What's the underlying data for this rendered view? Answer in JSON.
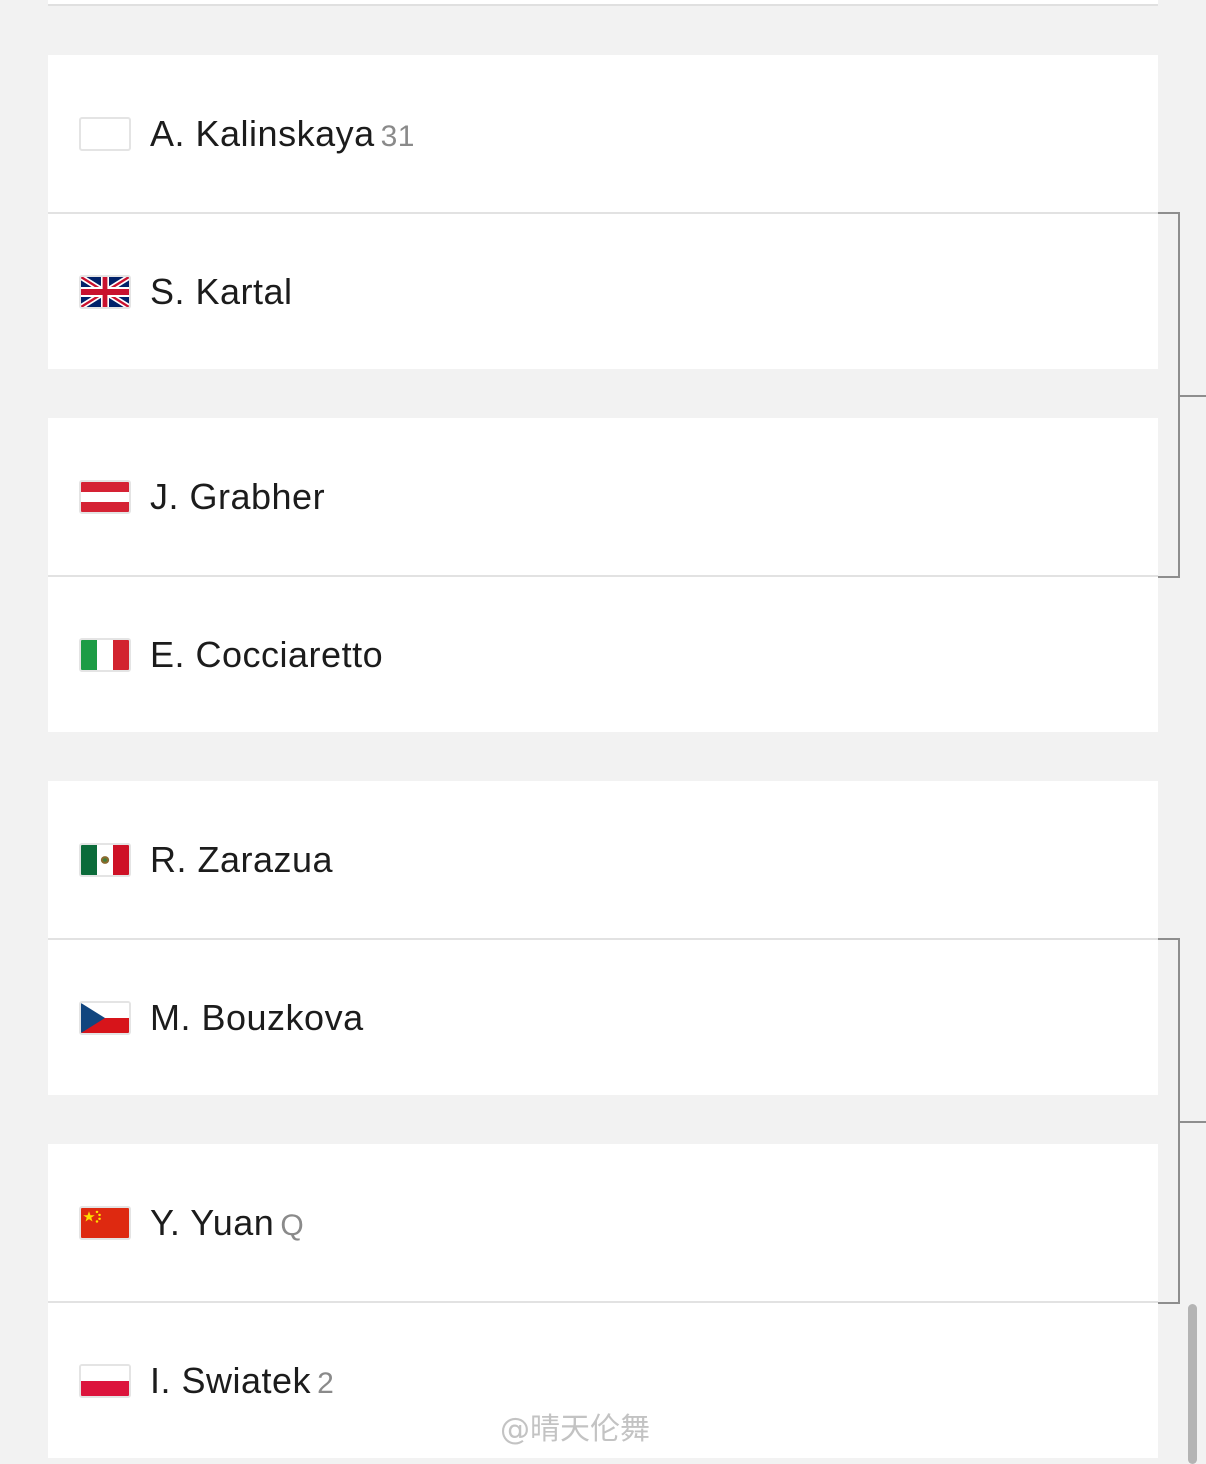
{
  "draw": {
    "matches": [
      {
        "players": [
          {
            "name": "A. Kalinskaya",
            "seed": "31",
            "flag_icon": "blank-flag-icon"
          },
          {
            "name": "S. Kartal",
            "seed": "",
            "flag_icon": "uk-flag-icon"
          }
        ]
      },
      {
        "players": [
          {
            "name": "J. Grabher",
            "seed": "",
            "flag_icon": "austria-flag-icon"
          },
          {
            "name": "E. Cocciaretto",
            "seed": "",
            "flag_icon": "italy-flag-icon"
          }
        ]
      },
      {
        "players": [
          {
            "name": "R. Zarazua",
            "seed": "",
            "flag_icon": "mexico-flag-icon"
          },
          {
            "name": "M. Bouzkova",
            "seed": "",
            "flag_icon": "czech-flag-icon"
          }
        ]
      },
      {
        "players": [
          {
            "name": "Y. Yuan",
            "seed": "Q",
            "flag_icon": "china-flag-icon"
          },
          {
            "name": "I. Swiatek",
            "seed": "2",
            "flag_icon": "poland-flag-icon"
          }
        ]
      }
    ]
  },
  "watermark": {
    "text": "@晴天伦舞"
  },
  "colors": {
    "background": "#f2f2f2",
    "card": "#ffffff",
    "seed_text": "#8a8a8a",
    "bracket_line": "#8e8e8e"
  }
}
